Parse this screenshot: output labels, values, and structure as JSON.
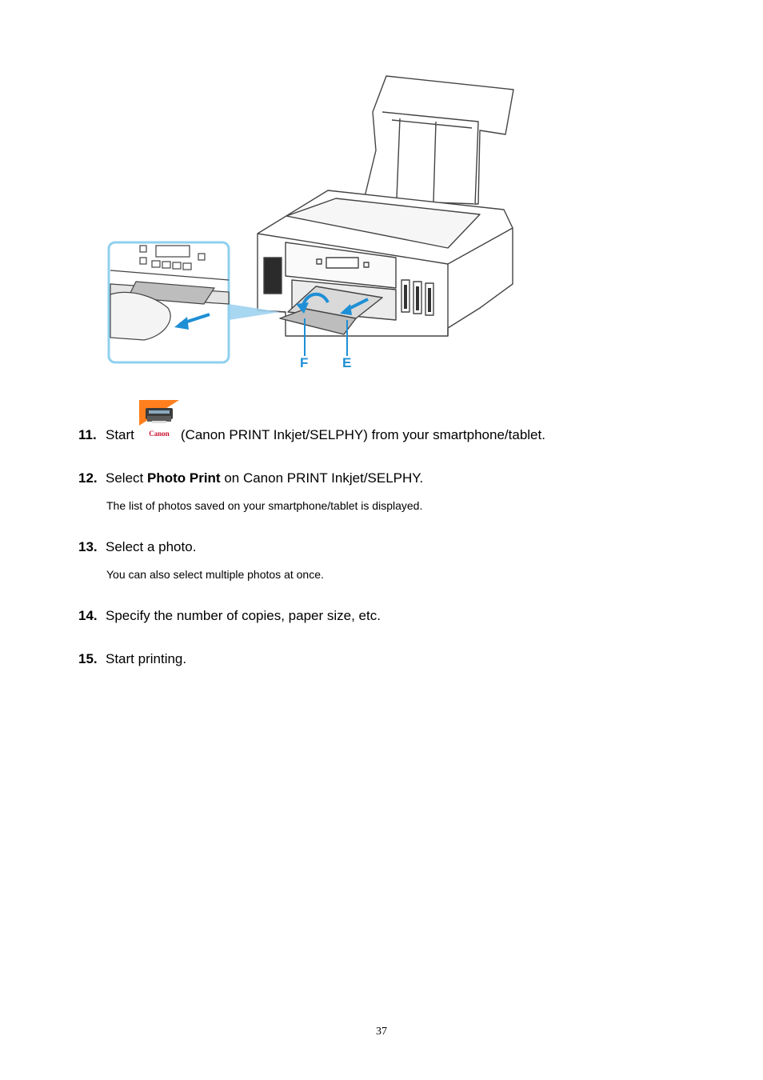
{
  "illustration": {
    "label_f": "F",
    "label_e": "E"
  },
  "app_icon": {
    "name": "canon-print-app-icon",
    "logo_text": "Canon",
    "accent_color": "#ff7f1e"
  },
  "steps": [
    {
      "number": "11.",
      "before": "Start",
      "after": "(Canon PRINT Inkjet/SELPHY) from your smartphone/tablet."
    },
    {
      "number": "12.",
      "before": "Select ",
      "bold": "Photo Print",
      "after": " on Canon PRINT Inkjet/SELPHY.",
      "note": "The list of photos saved on your smartphone/tablet is displayed."
    },
    {
      "number": "13.",
      "text": "Select a photo.",
      "note": "You can also select multiple photos at once."
    },
    {
      "number": "14.",
      "text": "Specify the number of copies, paper size, etc."
    },
    {
      "number": "15.",
      "text": "Start printing."
    }
  ],
  "page_number": "37"
}
